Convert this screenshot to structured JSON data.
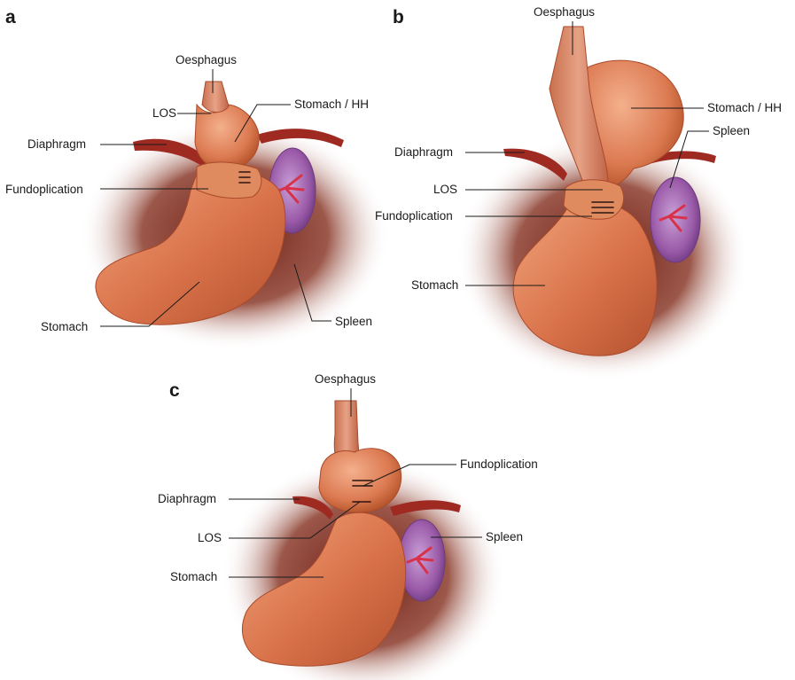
{
  "panels": {
    "a": {
      "letter": "a",
      "labels": {
        "oesphagus": "Oesphagus",
        "los": "LOS",
        "stomach_hh": "Stomach / HH",
        "diaphragm": "Diaphragm",
        "fundoplication": "Fundoplication",
        "stomach": "Stomach",
        "spleen": "Spleen"
      }
    },
    "b": {
      "letter": "b",
      "labels": {
        "oesphagus": "Oesphagus",
        "stomach_hh": "Stomach / HH",
        "spleen": "Spleen",
        "diaphragm": "Diaphragm",
        "los": "LOS",
        "fundoplication": "Fundoplication",
        "stomach": "Stomach"
      }
    },
    "c": {
      "letter": "c",
      "labels": {
        "oesphagus": "Oesphagus",
        "fundoplication": "Fundoplication",
        "diaphragm": "Diaphragm",
        "los": "LOS",
        "spleen": "Spleen",
        "stomach": "Stomach"
      }
    }
  },
  "colors": {
    "stomach": "#d9724a",
    "stomach_light": "#f0a47c",
    "oesophagus": "#d88a66",
    "diaphragm": "#9e2a22",
    "shadow": "#6b1d12",
    "spleen": "#9a5aa8",
    "vessel": "#d8324a"
  }
}
